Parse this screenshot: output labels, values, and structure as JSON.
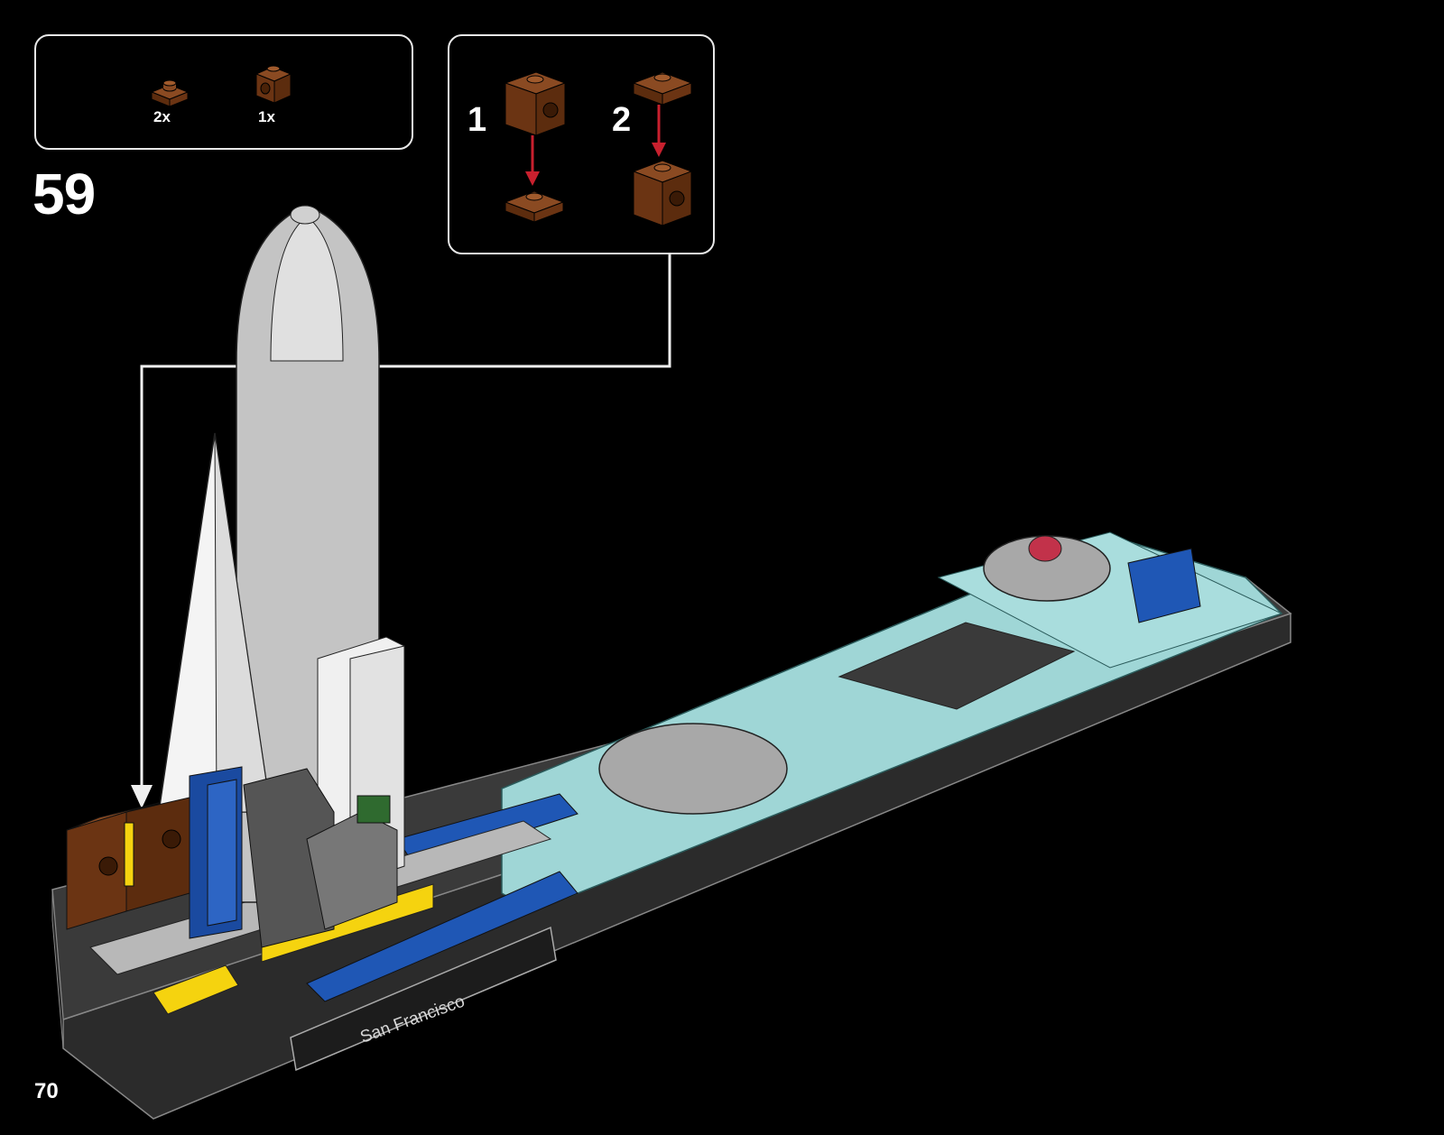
{
  "step": {
    "number": "59"
  },
  "page": {
    "number": "70"
  },
  "parts_list": [
    {
      "icon": "brown-1x1-plate-icon",
      "quantity": "2x",
      "color": "#6b3413"
    },
    {
      "icon": "brown-1x1-brick-with-stud-icon",
      "quantity": "1x",
      "color": "#6b3413"
    }
  ],
  "substeps": [
    {
      "number": "1"
    },
    {
      "number": "2"
    }
  ],
  "model": {
    "plaque_text": "San Francisco"
  },
  "colors": {
    "reddish_brown": "#6b3413",
    "arrow_red": "#c8202e",
    "trans_light_blue": "#9fd6d6",
    "blue": "#1f57b5",
    "yellow": "#f5d30f",
    "gray": "#a0a0a0",
    "dark_gray": "#3c3c3c"
  }
}
